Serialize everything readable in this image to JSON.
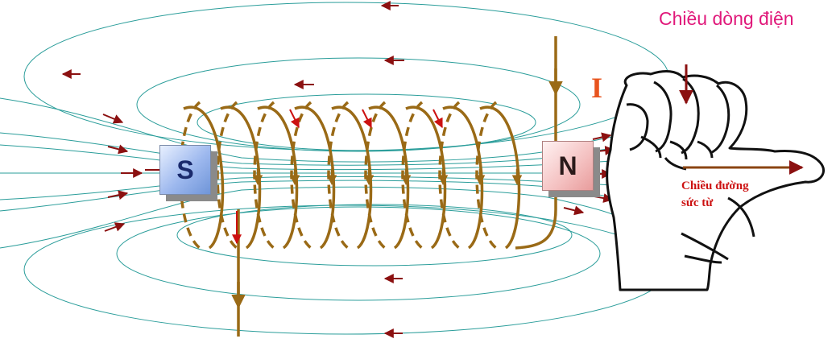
{
  "labels": {
    "current_direction": "Chiều dòng điện",
    "current_symbol": "I",
    "field_direction_line1": "Chiều đường",
    "field_direction_line2": "sức từ"
  },
  "poles": {
    "south": "S",
    "north": "N"
  },
  "colors": {
    "field_line": "#2a9d9a",
    "coil": "#9a6a16",
    "arrow_field": "#8b1010",
    "arrow_current": "#cc1111",
    "label_pink": "#e0187a",
    "label_orange": "#e8541e",
    "hand_outline": "#111111"
  }
}
